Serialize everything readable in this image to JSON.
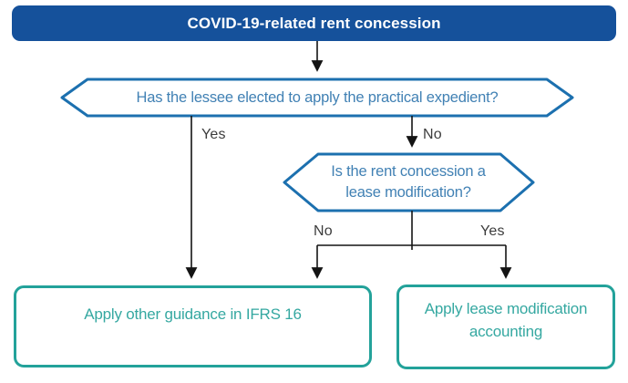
{
  "colors": {
    "banner_bg": "#15519B",
    "banner_text": "#FFFFFF",
    "hex_border": "#1C70AF",
    "hex_text": "#4181B4",
    "teal_border": "#23A29A",
    "teal_text": "#35A8A1",
    "line": "#141414",
    "label": "#3C3C3C"
  },
  "banner": {
    "title": "COVID-19-related rent concession"
  },
  "decision1": {
    "text": "Has the lessee elected to apply the practical expedient?",
    "yes_label": "Yes",
    "no_label": "No"
  },
  "decision2": {
    "text": "Is the rent concession a lease modification?",
    "no_label": "No",
    "yes_label": "Yes"
  },
  "outcome_left": {
    "text": "Apply other guidance in IFRS 16"
  },
  "outcome_right": {
    "text": "Apply lease modification accounting"
  }
}
